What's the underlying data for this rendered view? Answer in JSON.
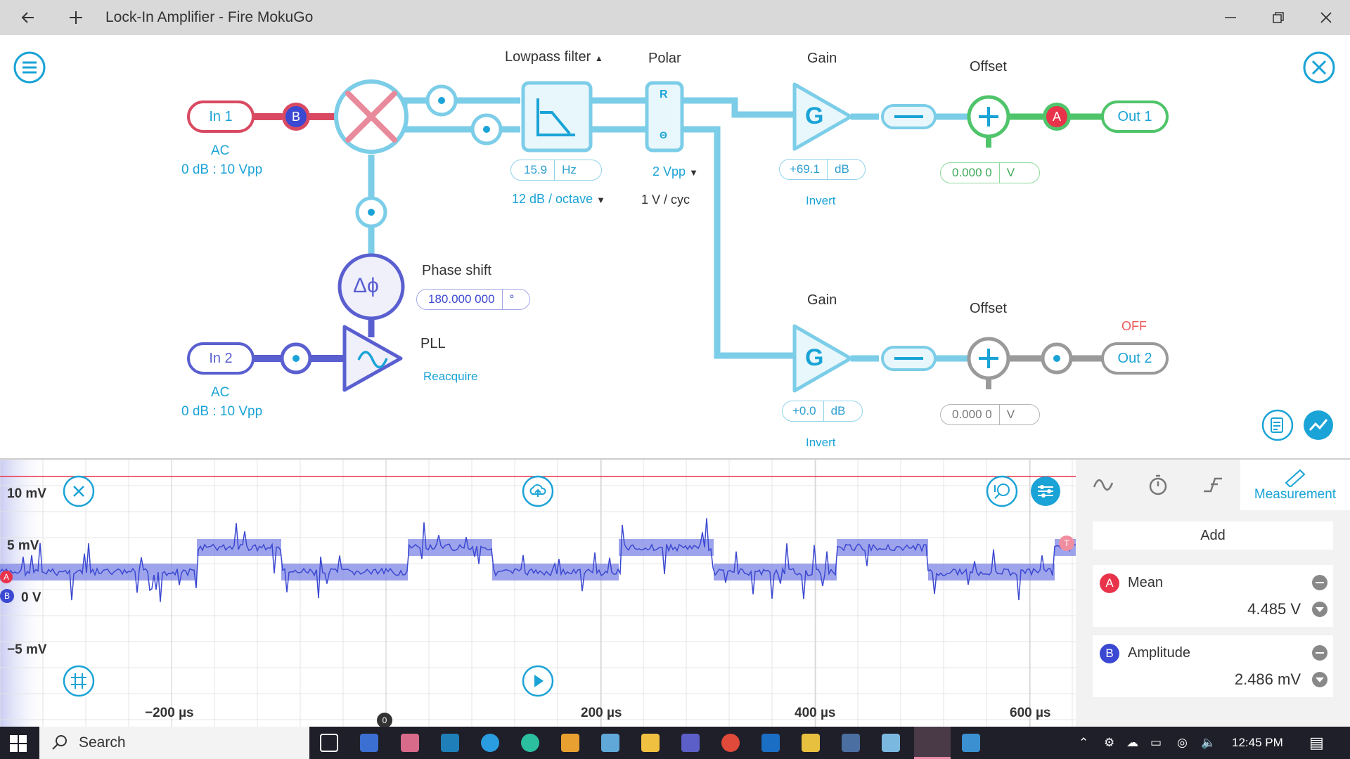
{
  "window": {
    "title": "Lock-In Amplifier - Fire MokuGo",
    "back_icon": "back-arrow-icon",
    "new_icon": "plus-icon"
  },
  "diagram": {
    "in1": {
      "label": "In 1",
      "coupling": "AC",
      "range": "0 dB : 10 Vpp"
    },
    "in2": {
      "label": "In 2",
      "coupling": "AC",
      "range": "0 dB : 10 Vpp"
    },
    "probe_a": "A",
    "probe_b": "B",
    "lowpass": {
      "title": "Lowpass filter",
      "freq_value": "15.9",
      "freq_unit": "Hz",
      "slope": "12 dB / octave"
    },
    "polar": {
      "title": "Polar",
      "range": "2 Vpp",
      "scale": "1 V / cyc",
      "glyph_r": "R",
      "glyph_theta": "Θ"
    },
    "phase_shift": {
      "title": "Phase shift",
      "value": "180.000 000",
      "unit": "°"
    },
    "pll": {
      "title": "PLL",
      "action": "Reacquire"
    },
    "gain1": {
      "title": "Gain",
      "value": "+69.1",
      "unit": "dB",
      "invert": "Invert",
      "glyph": "G"
    },
    "gain2": {
      "title": "Gain",
      "value": "+0.0",
      "unit": "dB",
      "invert": "Invert",
      "glyph": "G"
    },
    "offset1": {
      "title": "Offset",
      "value": "0.000 0",
      "unit": "V"
    },
    "offset2": {
      "title": "Offset",
      "value": "0.000 0",
      "unit": "V"
    },
    "out1": {
      "label": "Out 1"
    },
    "out2": {
      "label": "Out 2",
      "status": "OFF"
    },
    "phase_glyph": "Δϕ"
  },
  "scope": {
    "y_labels": [
      "10 mV",
      "5 mV",
      "0 V",
      "−5 mV"
    ],
    "x_labels": [
      "−200 µs",
      "200 µs",
      "400 µs",
      "600 µs"
    ],
    "trigger_marker": "0",
    "trigger_tag": "T",
    "channel_a": "A",
    "channel_b": "B"
  },
  "panel": {
    "tabs": [
      "waveform-tab",
      "timebase-tab",
      "trigger-tab",
      "Measurement"
    ],
    "add_label": "Add",
    "measurements": [
      {
        "channel": "A",
        "name": "Mean",
        "value": "4.485 V",
        "color": "#e8334a"
      },
      {
        "channel": "B",
        "name": "Amplitude",
        "value": "2.486 mV",
        "color": "#3b48d1"
      }
    ]
  },
  "taskbar": {
    "search_placeholder": "Search",
    "time": "12:45 PM"
  },
  "colors": {
    "accent": "#1aa3d6",
    "in1": "#d94a62",
    "in2": "#5a5fd0",
    "out1": "#4fc46a",
    "trace": "#3b48d1"
  }
}
